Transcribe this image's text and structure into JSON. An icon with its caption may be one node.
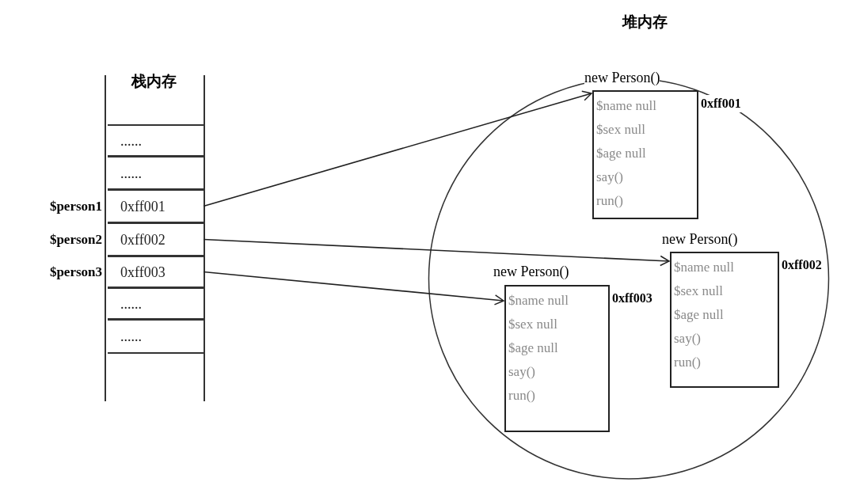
{
  "diagram": {
    "nodes": [
      {
        "text": [
          "栈内存"
        ]
      },
      {
        "text": [
          "......"
        ],
        "in": 0
      },
      {
        "text": [
          "......"
        ],
        "in": 0
      },
      {
        "text": [
          "0xff001"
        ],
        "in": 0,
        "beside": [
          "$person1"
        ]
      },
      {
        "text": [
          "0xff002"
        ],
        "in": 0,
        "beside": [
          "$person2"
        ]
      },
      {
        "text": [
          "0xff003"
        ],
        "in": 0,
        "beside": [
          "$person3"
        ]
      },
      {
        "text": [
          "......"
        ],
        "in": 0
      },
      {
        "text": [
          "......"
        ],
        "in": 0
      },
      {
        "text": [
          "堆内存"
        ]
      },
      {
        "text": [
          "new Person()",
          "$name null",
          "$sex null",
          "$age null",
          "say()",
          "run()"
        ],
        "in": 8,
        "beside": [
          "0xff001"
        ]
      },
      {
        "text": [
          "new Person()",
          "$name null",
          "$sex null",
          "$age null",
          "say()",
          "run()"
        ],
        "in": 8,
        "beside": [
          "0xff002"
        ]
      },
      {
        "text": [
          "new Person()",
          "$name null",
          "$sex null",
          "$age null",
          "say()",
          "run()"
        ],
        "in": 8,
        "beside": [
          "0xff003"
        ]
      }
    ],
    "edges": [
      {
        "from": 3,
        "to": 9,
        "arrow": "to"
      },
      {
        "from": 4,
        "to": 10,
        "arrow": "to"
      },
      {
        "from": 5,
        "to": 11,
        "arrow": "to"
      }
    ]
  }
}
